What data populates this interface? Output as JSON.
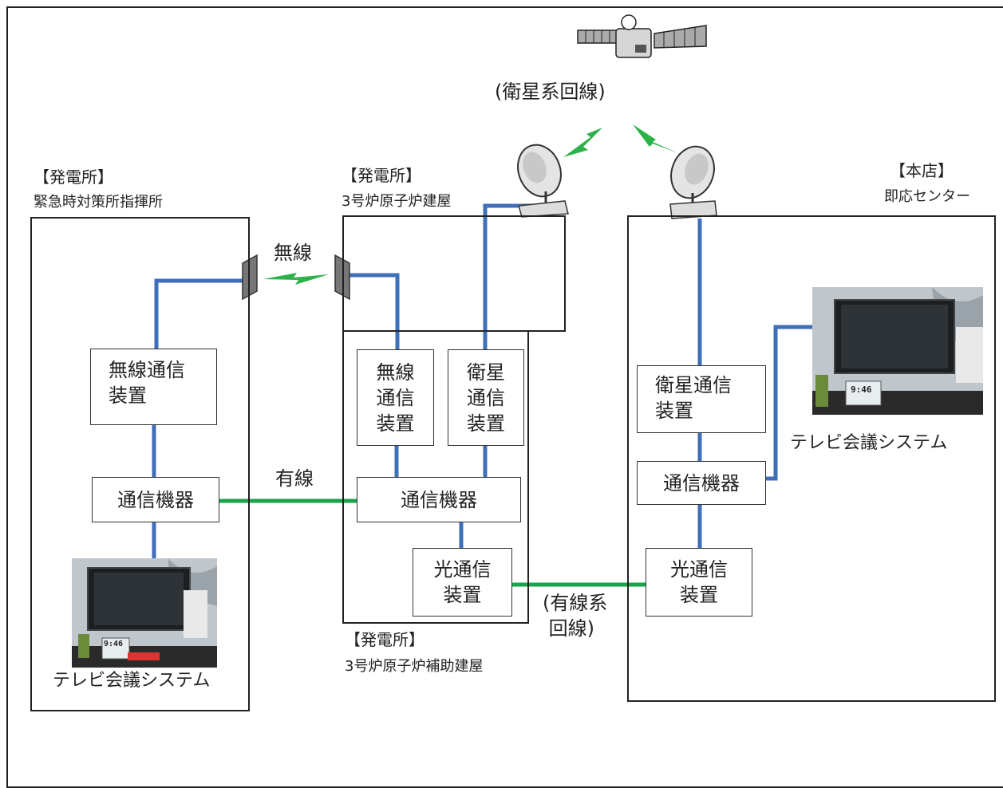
{
  "labels": {
    "satellite_line": "(衛星系回線)",
    "wireless": "無線",
    "wired": "有線",
    "wired_line": "(有線系\n 回線)",
    "ps_ers_bracket": "【発電所】",
    "ps_ers_name": "緊急時対策所指揮所",
    "ps_reactor_bracket": "【発電所】",
    "ps_reactor_name": "3号炉原子炉建屋",
    "ps_aux_bracket": "【発電所】",
    "ps_aux_name": "3号炉原子炉補助建屋",
    "hq_bracket": "【本店】",
    "hq_name": "即応センター"
  },
  "devices": {
    "left_wireless": "無線通信\n装置",
    "left_comm": "通信機器",
    "left_tv": "テレビ会議システム",
    "mid_wireless": "無線\n通信\n装置",
    "mid_satellite": "衛星\n通信\n装置",
    "mid_comm": "通信機器",
    "mid_optical": "光通信\n装置",
    "right_satellite": "衛星通信\n装置",
    "right_comm": "通信機器",
    "right_optical": "光通信\n装置",
    "right_tv": "テレビ会議システム"
  },
  "tv_display": {
    "left_clock": "9:46",
    "right_clock": "9:46"
  },
  "colors": {
    "blue_line": "#3f6fb8",
    "green_line": "#1aa34a",
    "lightning": "#2bb34a"
  }
}
